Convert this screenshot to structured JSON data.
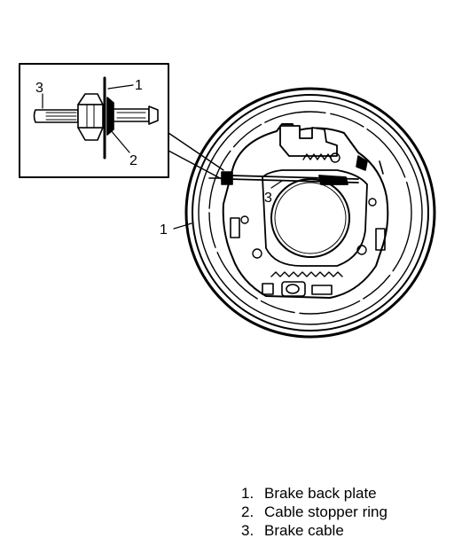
{
  "callouts": {
    "inset_top": "1",
    "inset_bottom": "2",
    "inset_left": "3",
    "drum_left": "1",
    "drum_inner": "3"
  },
  "legend": [
    {
      "num": "1.",
      "label": "Brake back plate"
    },
    {
      "num": "2.",
      "label": "Cable stopper ring"
    },
    {
      "num": "3.",
      "label": "Brake cable"
    }
  ],
  "colors": {
    "ink": "#000000",
    "paper": "#ffffff"
  }
}
